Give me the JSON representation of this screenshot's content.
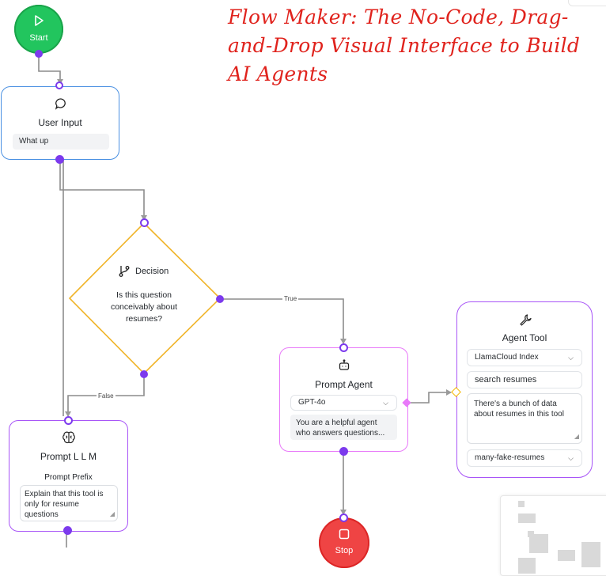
{
  "headline": {
    "line1": "Flow Maker: The No-Code, Drag-",
    "line2": "and-Drop Visual Interface to Build",
    "line3": "AI Agents"
  },
  "colors": {
    "start": "#22c55e",
    "stop": "#ef4444",
    "user_input_border": "#4a90e2",
    "decision_border": "#f0b429",
    "prompt_border": "#a855f7",
    "edge": "#8c8c8c",
    "handle": "#7c3aed",
    "agent_tool_handle": "#f5b700",
    "headline": "#e0231d"
  },
  "start": {
    "label": "Start",
    "icon": "play-icon"
  },
  "user_input": {
    "title": "User Input",
    "icon": "chat-bubble-icon",
    "value": "What up"
  },
  "decision": {
    "title": "Decision",
    "icon": "branch-icon",
    "question": "Is this question conceivably about resumes?"
  },
  "edges": {
    "true_label": "True",
    "false_label": "False"
  },
  "prompt_agent": {
    "title": "Prompt Agent",
    "icon": "robot-icon",
    "model": "GPT-4o",
    "system_prompt": "You are a helpful agent who answers questions..."
  },
  "agent_tool": {
    "title": "Agent Tool",
    "icon": "wrench-icon",
    "tool_type": "LlamaCloud Index",
    "tool_name": "search resumes",
    "description": "There's a bunch of data about resumes in this tool",
    "index": "many-fake-resumes"
  },
  "prompt_llm": {
    "title": "Prompt L L M",
    "icon": "brain-icon",
    "field_label": "Prompt Prefix",
    "prefix": "Explain that this tool is only for resume questions"
  },
  "stop": {
    "label": "Stop",
    "icon": "stop-square-icon"
  }
}
